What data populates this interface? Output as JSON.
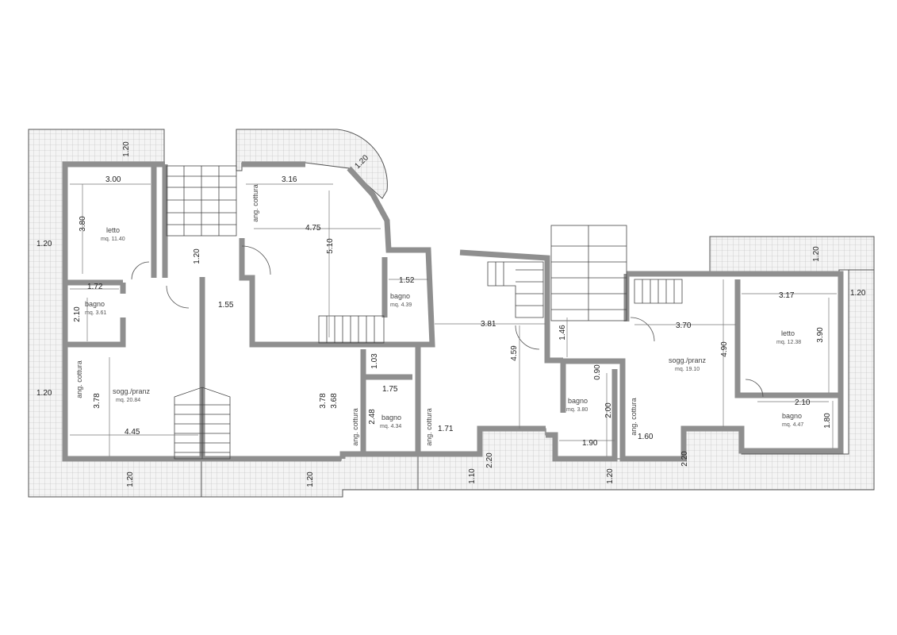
{
  "rooms": {
    "letto1": {
      "name": "letto",
      "area": "mq. 11.40"
    },
    "bagno1": {
      "name": "bagno",
      "area": "mq. 3.61"
    },
    "sogg1": {
      "name": "sogg./pranz",
      "area": "mq. 20.84"
    },
    "angcottura1": {
      "name": "ang. cottura"
    },
    "angcottura2": {
      "name": "ang. cottura"
    },
    "bagno2": {
      "name": "bagno",
      "area": "mq. 4.39"
    },
    "bagno3": {
      "name": "bagno",
      "area": "mq. 4.34"
    },
    "angcottura3": {
      "name": "ang. cottura"
    },
    "angcottura4": {
      "name": "ang. cottura"
    },
    "bagno4": {
      "name": "bagno",
      "area": "mq. 3.80"
    },
    "angcottura5": {
      "name": "ang. cottura"
    },
    "sogg2": {
      "name": "sogg./pranz",
      "area": "mq. 19.10"
    },
    "letto2": {
      "name": "letto",
      "area": "mq. 12.38"
    },
    "bagno5": {
      "name": "bagno",
      "area": "mq. 4.47"
    }
  },
  "dims": {
    "d_terrace_top_left": "1.20",
    "d_terrace_left_top": "1.20",
    "d_terrace_left_bottom": "1.20",
    "d_letto1_w": "3.00",
    "d_letto1_h": "3.80",
    "d_corridor": "1.20",
    "d_bagno1_w": "1.72",
    "d_bagno1_h": "2.10",
    "d_hall": "1.55",
    "d_sogg1_h": "3.78",
    "d_sogg1_w": "4.45",
    "d_kitchen_w": "3.16",
    "d_round_terrace": "1.20",
    "d_main_w": "4.75",
    "d_main_h": "5.10",
    "d_bagno2_w": "1.52",
    "d_mid_h1": "3.78",
    "d_mid_h2": "3.68",
    "d_door": "1.03",
    "d_bagno3_w": "1.75",
    "d_bagno3_h": "2.48",
    "d_bottom_terrace1": "1.20",
    "d_bottom_terrace2": "1.20",
    "d_flat3_w": "3.81",
    "d_flat3_h": "4.59",
    "d_flat3_step": "1.71",
    "d_stair2": "1.46",
    "d_terrace_b1": "1.10",
    "d_terrace_b2": "2.20",
    "d_bagno4_top": "0.90",
    "d_bagno4_h": "2.00",
    "d_bagno4_w": "1.90",
    "d_terrace_b3": "1.20",
    "d_sogg2_w": "3.70",
    "d_sogg2_h": "4.90",
    "d_kitchen5_w": "1.60",
    "d_terrace_b4": "2.20",
    "d_letto2_w": "3.17",
    "d_letto2_h": "3.90",
    "d_terrace_right_top": "1.20",
    "d_terrace_right": "1.20",
    "d_bagno5_w": "2.10",
    "d_bagno5_h": "1.80"
  }
}
